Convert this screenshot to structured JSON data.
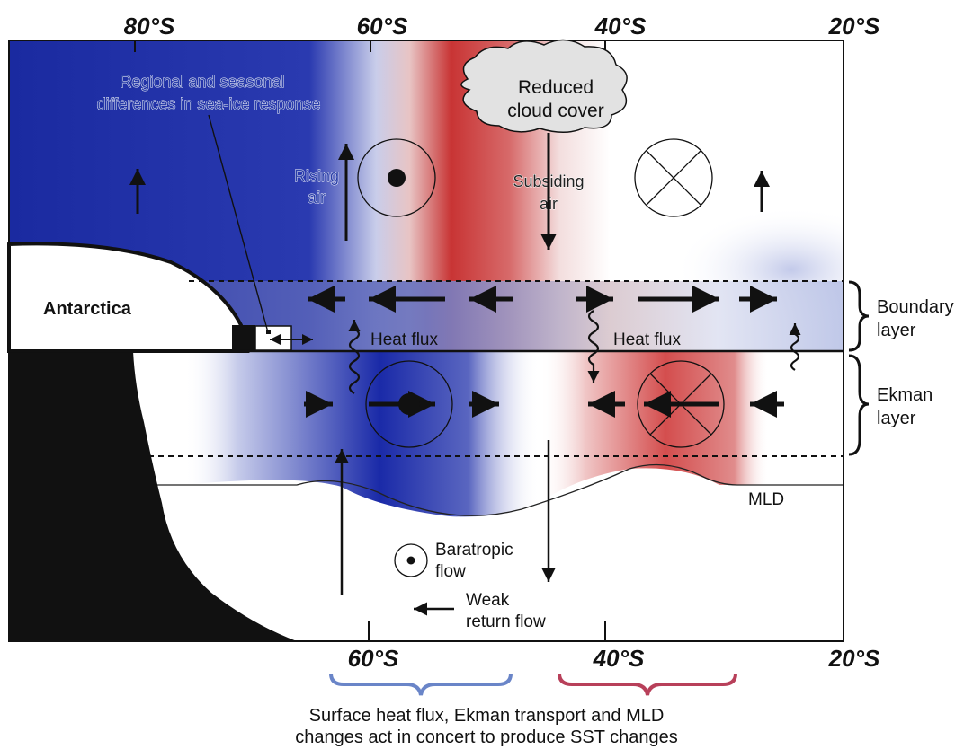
{
  "top_axis": {
    "labels": [
      "80°S",
      "60°S",
      "40°S",
      "20°S"
    ]
  },
  "bottom_axis": {
    "labels": [
      "60°S",
      "40°S",
      "20°S"
    ]
  },
  "labels": {
    "regional": [
      "Regional and seasonal",
      "differences in sea-ice response"
    ],
    "cloud": [
      "Reduced",
      "cloud cover"
    ],
    "rising": [
      "Rising",
      "air"
    ],
    "subsiding": [
      "Subsiding",
      "air"
    ],
    "antarctica": "Antarctica",
    "heat_flux_left": "Heat flux",
    "heat_flux_right": "Heat flux",
    "boundary": [
      "Boundary",
      "layer"
    ],
    "ekman": [
      "Ekman",
      "layer"
    ],
    "mld": "MLD",
    "baratropic": [
      "Baratropic",
      "flow"
    ],
    "weak_return": [
      "Weak",
      "return flow"
    ],
    "caption": [
      "Surface heat flux, Ekman transport and MLD",
      "changes act in concert to produce SST changes"
    ]
  },
  "colors": {
    "blue": "#1a2ea8",
    "red": "#d23a3a",
    "brace_blue": "#6a85c8",
    "brace_red": "#b8405a"
  }
}
